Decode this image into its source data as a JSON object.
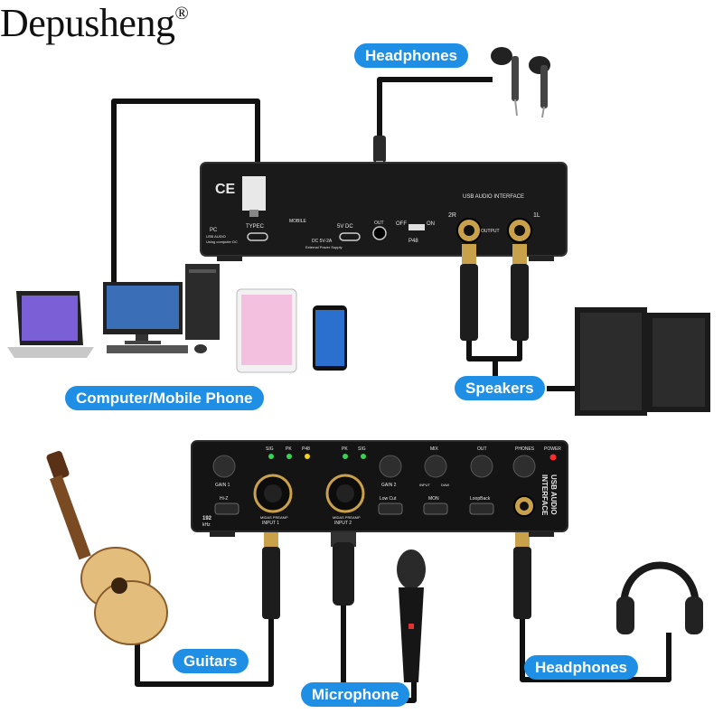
{
  "brand": {
    "name": "Depusheng",
    "mark": "®"
  },
  "callouts": {
    "headphones_top": "Headphones",
    "computer_mobile": "Computer/Mobile Phone",
    "speakers": "Speakers",
    "guitars": "Guitars",
    "microphone": "Microphone",
    "headphones_bottom": "Headphones"
  },
  "back_panel": {
    "ce": "CE",
    "typec": "TYPEC",
    "pc": "PC",
    "pc_sub1": "USB AUDIO",
    "pc_sub2": "Using computer DC",
    "mobile": "MOBILE",
    "dc_label": "5V DC",
    "dc_sub1": "DC 5V-2A",
    "dc_sub2": "External Power Supply",
    "out": "OUT",
    "p48_off": "OFF",
    "p48_on": "ON",
    "p48": "P48",
    "interface": "USB AUDIO INTERFACE",
    "ch_2r": "2R",
    "ch_1l": "1L",
    "output": "OUTPUT"
  },
  "front_panel": {
    "sig1": "SIG",
    "pk1": "PK",
    "p48": "P48",
    "pk2": "PK",
    "sig2": "SIG",
    "mix": "MIX",
    "out": "OUT",
    "phones": "PHONES",
    "power": "POWER",
    "gain1": "GAIN 1",
    "gain2": "GAIN 2",
    "input_lbl": "INPUT",
    "daw_lbl": "DAW",
    "hiz": "Hi-Z",
    "lowcut": "Low Cut",
    "mon": "MON",
    "loopback": "LoopBack",
    "badge1": "192",
    "badge2": "kHz",
    "input1_a": "MIDAS PREAMP",
    "input1_b": "INPUT 1",
    "input2_a": "MIDAS PREAMP",
    "input2_b": "INPUT 2",
    "side_a": "USB AUDIO",
    "side_b": "INTERFACE"
  },
  "colors": {
    "accent": "#1f8fe5",
    "device": "#141414",
    "cable": "#111111",
    "led_green": "#39d353",
    "led_yellow": "#f2d21b",
    "led_red": "#ff2a2a"
  }
}
